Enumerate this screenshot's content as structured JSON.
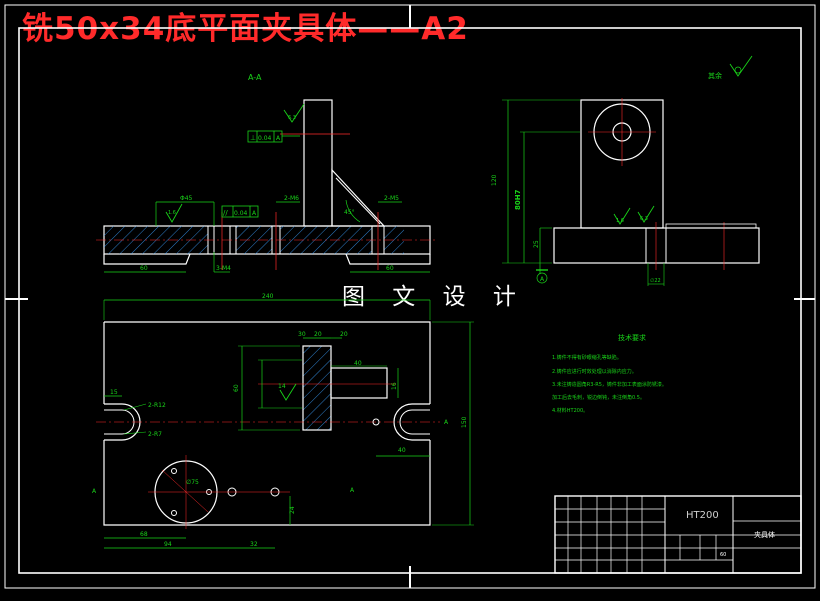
{
  "title": {
    "text": "铣50x34底平面夹具体——A2",
    "color": "#ff2a2a"
  },
  "watermark": "图 文 设 计",
  "colors": {
    "outline": "#ffffff",
    "dimension": "#19d419",
    "centerline": "#ff2a2a",
    "hatch": "#3aa0ff",
    "background": "#000000"
  },
  "section_label": "A-A",
  "roughness_note": "其余",
  "tolerance_frames": [
    {
      "symbol": "⊥",
      "value": "0.04",
      "datum": "A"
    },
    {
      "symbol": "//",
      "value": "0.04",
      "datum": "A"
    }
  ],
  "dimensions": {
    "front": [
      "Φ45",
      "2-M6",
      "2-M5",
      "45°",
      "1.6",
      "3-M4",
      "60",
      "60",
      "6.3"
    ],
    "side": [
      "120",
      "25",
      "1.6",
      "6.3",
      "∅22",
      "80H7"
    ],
    "top": [
      "240",
      "30",
      "20",
      "20",
      "40",
      "60",
      "40",
      "16",
      "14",
      "2-R12",
      "2-R7",
      "15",
      "150",
      "40",
      "A",
      "A",
      "A",
      "68",
      "94",
      "32",
      "24",
      "∅75"
    ]
  },
  "tech_requirements": {
    "heading": "技术要求",
    "items": [
      "1.铸件不得有砂眼缩孔等缺陷。",
      "2.铸件应进行时效处理以消除内应力。",
      "3.未注铸造圆角R3-R5，铸件非加工表面涂防锈漆。",
      "加工后去毛刺，锐边倒钝，未注倒角0.5。",
      "4.材料HT200。"
    ]
  },
  "title_block": {
    "material": "HT200",
    "part_name": "夹具体",
    "scale_cell": "60"
  }
}
